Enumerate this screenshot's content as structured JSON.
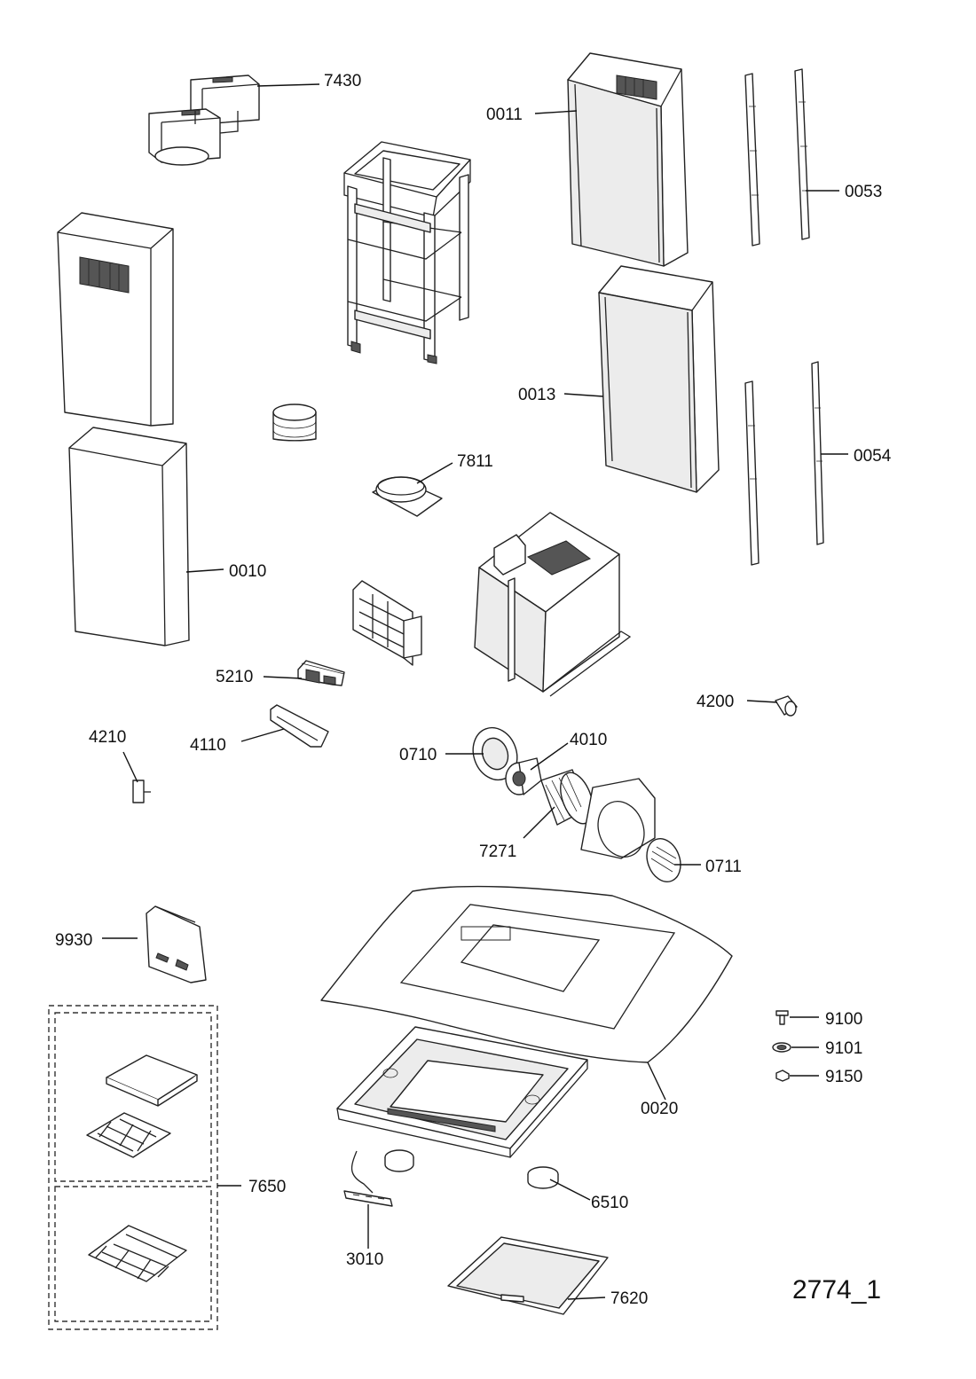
{
  "diagram_id": "2774_1",
  "parts": [
    {
      "code": "7430"
    },
    {
      "code": "0011"
    },
    {
      "code": "0053"
    },
    {
      "code": "0013"
    },
    {
      "code": "0054"
    },
    {
      "code": "0010"
    },
    {
      "code": "7811"
    },
    {
      "code": "5210"
    },
    {
      "code": "4110"
    },
    {
      "code": "4200"
    },
    {
      "code": "4210"
    },
    {
      "code": "0710"
    },
    {
      "code": "4010"
    },
    {
      "code": "7271"
    },
    {
      "code": "0711"
    },
    {
      "code": "9930"
    },
    {
      "code": "9100"
    },
    {
      "code": "9101"
    },
    {
      "code": "9150"
    },
    {
      "code": "0020"
    },
    {
      "code": "7650"
    },
    {
      "code": "6510"
    },
    {
      "code": "3010"
    },
    {
      "code": "7620"
    }
  ]
}
